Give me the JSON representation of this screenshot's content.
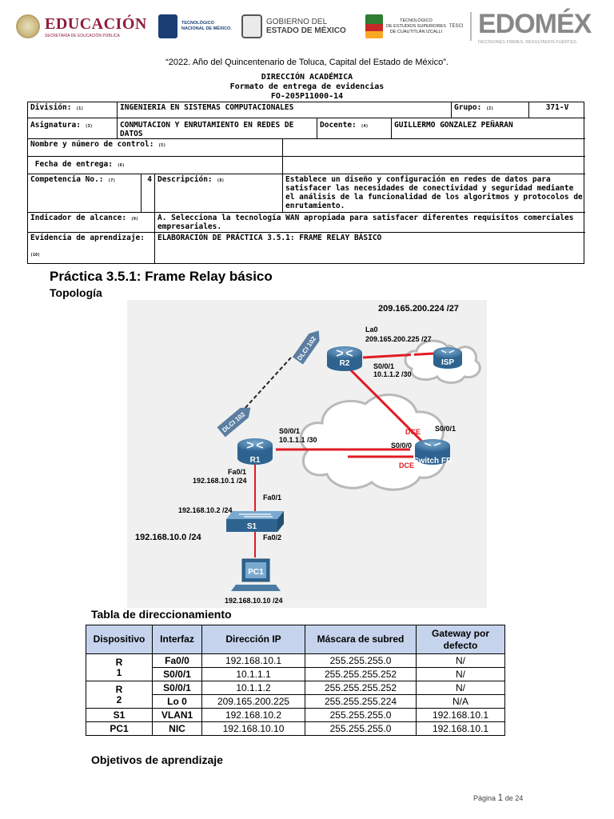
{
  "header": {
    "educacion": {
      "word": "EDUCACIÓN",
      "sub": "SECRETARÍA DE EDUCACIÓN PÚBLICA"
    },
    "tecnm": {
      "line1": "TECNOLÓGICO",
      "line2": "NACIONAL DE MÉXICO."
    },
    "gobierno": {
      "line1": "GOBIERNO DEL",
      "line2": "ESTADO DE MÉXICO"
    },
    "tesci": {
      "line1": "TECNOLÓGICO",
      "line2": "DE ESTUDIOS SUPERIORES",
      "line3": "DE CUAUTITLÁN IZCALLI",
      "vertical": "TESCI"
    },
    "edomex": {
      "word": "EDOMÉX",
      "sub": "DECISIONES FIRMES, RESULTADOS FUERTES."
    }
  },
  "motto": "“2022. Año del Quincentenario de Toluca, Capital del Estado de México”.",
  "direccion": {
    "line1": "DIRECCIÓN ACADÉMICA",
    "line2": "Formato de entrega de evidencias",
    "line3": "FO-205P11000-14"
  },
  "form": {
    "division_label": "División:",
    "division_num": "(1)",
    "division_value": "INGENIERIA EN SISTEMAS COMPUTACIONALES",
    "grupo_label": "Grupo:",
    "grupo_num": "(2)",
    "grupo_value": "371-V",
    "asignatura_label": "Asignatura:",
    "asignatura_num": "(3)",
    "asignatura_value": "CONMUTACION Y ENRUTAMIENTO EN REDES DE DATOS",
    "docente_label": "Docente:",
    "docente_num": "(4)",
    "docente_value": "GUILLERMO GONZALEZ PEÑARAN",
    "nombre_label": "Nombre  y número de control:",
    "nombre_num": "(5)",
    "fecha_label": " Fecha de entrega:",
    "fecha_num": "(6)",
    "competencia_label": "Competencia No.:",
    "competencia_num": "(7)",
    "competencia_value": "4",
    "descripcion_label": "Descripción:",
    "descripcion_num": "(8)",
    "descripcion_value": "Establece un diseño y configuración en redes de datos para satisfacer las necesidades de conectividad y seguridad mediante el análisis de la funcionalidad de los algoritmos y protocolos de enrutamiento.",
    "indicador_label": "Indicador de alcance:",
    "indicador_num": "(9)",
    "indicador_value": "A. Selecciona la tecnología WAN apropiada para satisfacer diferentes requisitos comerciales empresariales.",
    "evidencia_label": "Evidencia de aprendizaje:",
    "evidencia_num": "(10)",
    "evidencia_value": "ELABORACIÓN DE PRÁCTICA 3.5.1: FRAME RELAY BÁSICO"
  },
  "practice_title": "Práctica 3.5.1: Frame Relay básico",
  "topology_heading": "Topología",
  "topology": {
    "net_top": "209.165.200.224 /27",
    "la0": "La0",
    "la0_ip": "209.165.200.225 /27",
    "r2": "R2",
    "isp": "ISP",
    "r2_s001": "S0/0/1",
    "r2_s001_ip": "10.1.1.2 /30",
    "dlci_top": "DLCI 102",
    "dlci_bottom": "DLCI 102",
    "dce_top": "DCE",
    "s001_sw": "S0/0/1",
    "s000_sw": "S0/0/0",
    "switch_fr": "Switch FR",
    "dce_bottom": "DCE",
    "r1_s001": "S0/0/1",
    "r1_s001_ip": "10.1.1.1 /30",
    "r1": "R1",
    "r1_fa01": "Fa0/1",
    "r1_fa01_ip": "192.168.10.1 /24",
    "s1_fa01": "Fa0/1",
    "s1_ip": "192.168.10.2 /24",
    "s1": "S1",
    "lan": "192.168.10.0 /24",
    "s1_fa02": "Fa0/2",
    "pc1": "PC1",
    "pc1_ip": "192.168.10.10 /24"
  },
  "addr_heading": "Tabla de direccionamiento",
  "addr_table": {
    "headers": [
      "Dispositivo",
      "Interfaz",
      "Dirección IP",
      "Máscara de subred",
      "Gateway por defecto"
    ],
    "rows": [
      {
        "device": "R\n1",
        "iface": "Fa0/0",
        "ip": "192.168.10.1",
        "mask": "255.255.255.0",
        "gw": "N/"
      },
      {
        "device": "",
        "iface": "S0/0/1",
        "ip": "10.1.1.1",
        "mask": "255.255.255.252",
        "gw": "N/"
      },
      {
        "device": "R\n2",
        "iface": "S0/0/1",
        "ip": "10.1.1.2",
        "mask": "255.255.255.252",
        "gw": "N/"
      },
      {
        "device": "",
        "iface": "Lo 0",
        "ip": "209.165.200.225",
        "mask": "255.255.255.224",
        "gw": "N/A"
      },
      {
        "device": "S1",
        "iface": "VLAN1",
        "ip": "192.168.10.2",
        "mask": "255.255.255.0",
        "gw": "192.168.10.1"
      },
      {
        "device": "PC1",
        "iface": "NIC",
        "ip": "192.168.10.10",
        "mask": "255.255.255.0",
        "gw": "192.168.10.1"
      }
    ]
  },
  "objectives_heading": "Objetivos de aprendizaje",
  "footer": {
    "pagina": "Página",
    "page_num": "1",
    "de": "de 24"
  }
}
